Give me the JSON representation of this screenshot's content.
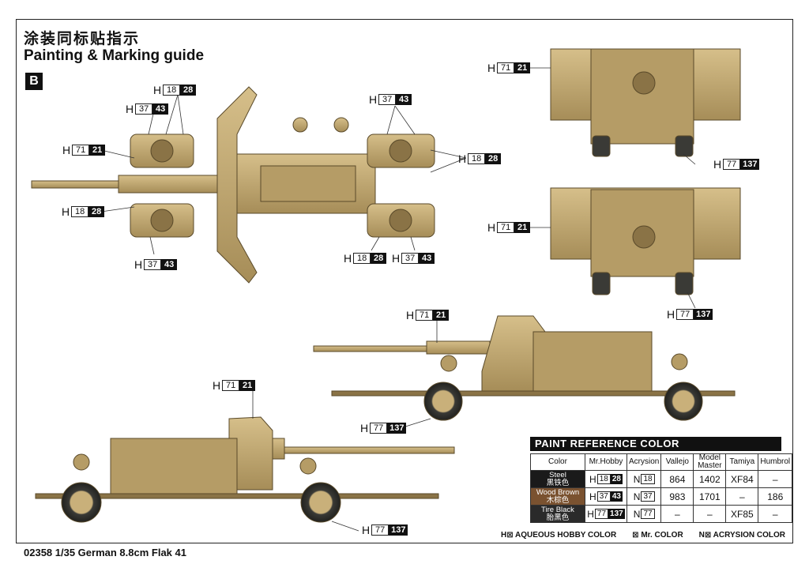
{
  "header": {
    "title_cn": "涂装同标贴指示",
    "title_en": "Painting & Marking guide",
    "section_badge": "B"
  },
  "footer": {
    "text": "02358 1/35 German 8.8cm Flak 41"
  },
  "callouts": [
    {
      "prefix": "H",
      "a": "18",
      "b": "28"
    },
    {
      "prefix": "H",
      "a": "37",
      "b": "43"
    },
    {
      "prefix": "H",
      "a": "71",
      "b": "21"
    },
    {
      "prefix": "H",
      "a": "18",
      "b": "28"
    },
    {
      "prefix": "H",
      "a": "37",
      "b": "43"
    },
    {
      "prefix": "H",
      "a": "37",
      "b": "43"
    },
    {
      "prefix": "H",
      "a": "18",
      "b": "28"
    },
    {
      "prefix": "H",
      "a": "18",
      "b": "28"
    },
    {
      "prefix": "H",
      "a": "37",
      "b": "43"
    },
    {
      "prefix": "H",
      "a": "71",
      "b": "21"
    },
    {
      "prefix": "H",
      "a": "77",
      "b": "137"
    },
    {
      "prefix": "H",
      "a": "71",
      "b": "21"
    },
    {
      "prefix": "H",
      "a": "77",
      "b": "137"
    },
    {
      "prefix": "H",
      "a": "71",
      "b": "21"
    },
    {
      "prefix": "H",
      "a": "77",
      "b": "137"
    },
    {
      "prefix": "H",
      "a": "71",
      "b": "21"
    },
    {
      "prefix": "H",
      "a": "77",
      "b": "137"
    }
  ],
  "paint_table": {
    "title": "PAINT  REFERENCE COLOR",
    "headers": [
      "Color",
      "Mr.Hobby",
      "Acrysion",
      "Vallejo",
      "Model Master",
      "Tamiya",
      "Humbrol"
    ],
    "rows": [
      {
        "color_en": "Steel",
        "color_cn": "黑铁色",
        "swatch": "#1a1a1a",
        "hobby_a": "18",
        "hobby_b": "28",
        "acrysion": "18",
        "vallejo": "864",
        "model_master": "1402",
        "tamiya": "XF84",
        "humbrol": "–"
      },
      {
        "color_en": "Wood Brown",
        "color_cn": "木棕色",
        "swatch": "#7a5230",
        "hobby_a": "37",
        "hobby_b": "43",
        "acrysion": "37",
        "vallejo": "983",
        "model_master": "1701",
        "tamiya": "–",
        "humbrol": "186"
      },
      {
        "color_en": "Tire Black",
        "color_cn": "胎黑色",
        "swatch": "#2a2a2a",
        "hobby_a": "77",
        "hobby_b": "137",
        "acrysion": "77",
        "vallejo": "–",
        "model_master": "–",
        "tamiya": "XF85",
        "humbrol": "–"
      }
    ],
    "prefix_h": "H",
    "prefix_n": "N"
  },
  "legend": {
    "h": "H⊠  AQUEOUS HOBBY COLOR",
    "mr": "⊠  Mr. COLOR",
    "n": "N⊠  ACRYSION COLOR"
  },
  "colors": {
    "body_sand": "#c9b07a",
    "body_shadow": "#9c8553",
    "body_dark": "#6e5c36",
    "tire": "#3a3a36"
  }
}
